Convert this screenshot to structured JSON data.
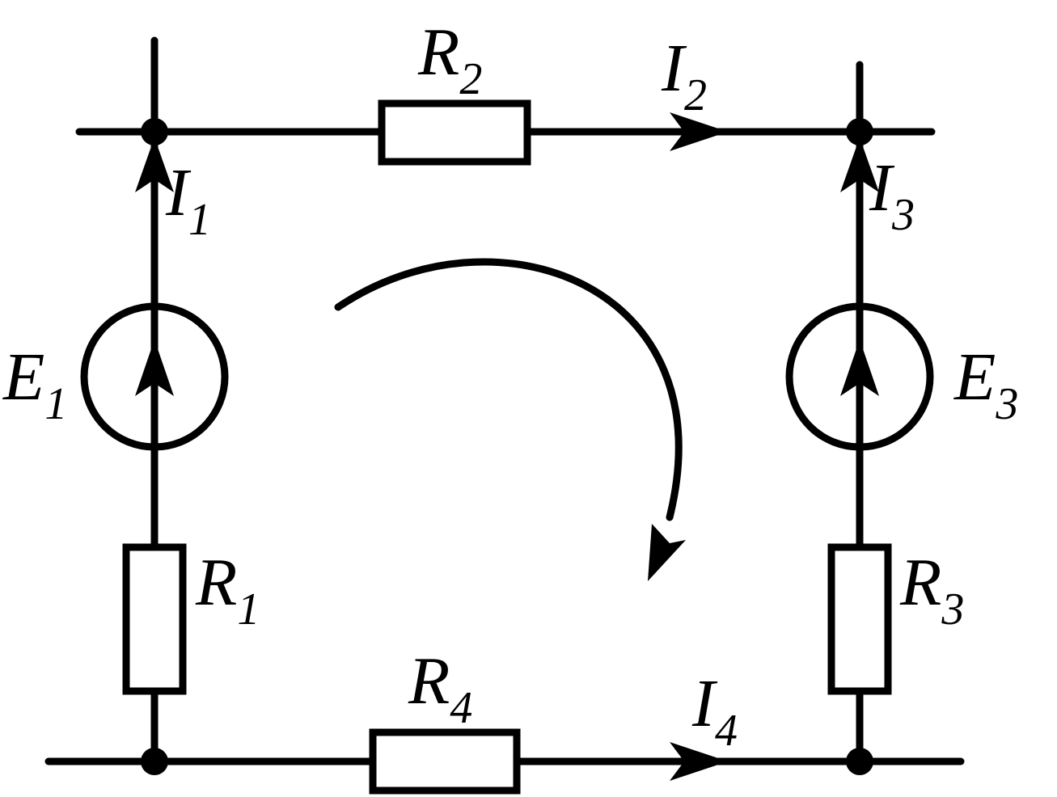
{
  "diagram": {
    "labels": {
      "E1": {
        "main": "E",
        "sub": "1"
      },
      "E3": {
        "main": "E",
        "sub": "3"
      },
      "R1": {
        "main": "R",
        "sub": "1"
      },
      "R2": {
        "main": "R",
        "sub": "2"
      },
      "R3": {
        "main": "R",
        "sub": "3"
      },
      "R4": {
        "main": "R",
        "sub": "4"
      },
      "I1": {
        "main": "I",
        "sub": "1"
      },
      "I2": {
        "main": "I",
        "sub": "2"
      },
      "I3": {
        "main": "I",
        "sub": "3"
      },
      "I4": {
        "main": "I",
        "sub": "4"
      }
    },
    "colors": {
      "ink": "#000000",
      "background": "#ffffff"
    }
  }
}
